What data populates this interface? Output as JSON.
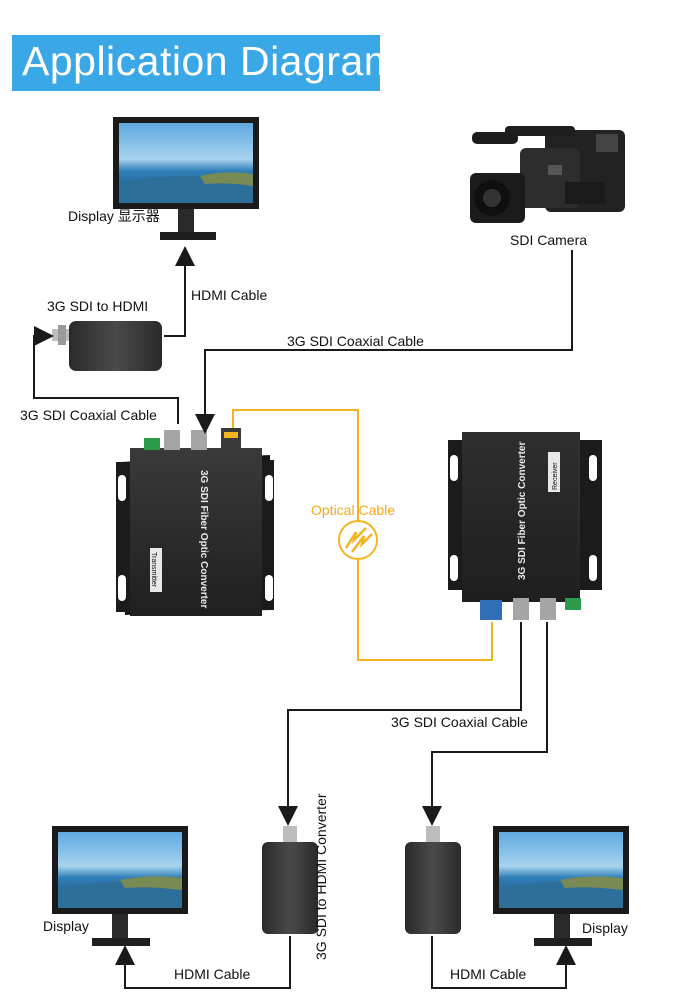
{
  "title": "Application Diagram",
  "labels": {
    "display_top": "Display 显示器",
    "sdi_camera": "SDI Camera",
    "hdmi_cable_top": "HDMI Cable",
    "sdi_to_hdmi_top": "3G SDI to HDMI",
    "coax_camera": "3G SDI Coaxial Cable",
    "coax_left": "3G SDI Coaxial Cable",
    "optical_cable": "Optical Cable",
    "coax_receiver": "3G SDI Coaxial Cable",
    "converter_vertical": "3G SDI to HDMI Converter",
    "display_bottom_left": "Display",
    "display_bottom_right": "Display",
    "hdmi_cable_bottom_left": "HDMI Cable",
    "hdmi_cable_bottom_right": "HDMI Cable",
    "transmitter_name": "3G SDI Fiber Optic Converter",
    "transmitter_tag": "Transmitter",
    "receiver_name": "3G SDI Fiber Optic Converter",
    "receiver_tag": "Receiver"
  },
  "colors": {
    "title_bg": "#3aa7e6",
    "coax_line": "#1a1a1a",
    "optical_line": "#f4b41f",
    "device_body": "#2b2b2b"
  },
  "icons": {
    "camera": "sdi-camera-icon",
    "monitor": "monitor-icon",
    "converter": "sdi-hdmi-converter-icon",
    "fiber_box": "fiber-optic-converter-icon",
    "optical_symbol": "optical-signal-icon"
  }
}
